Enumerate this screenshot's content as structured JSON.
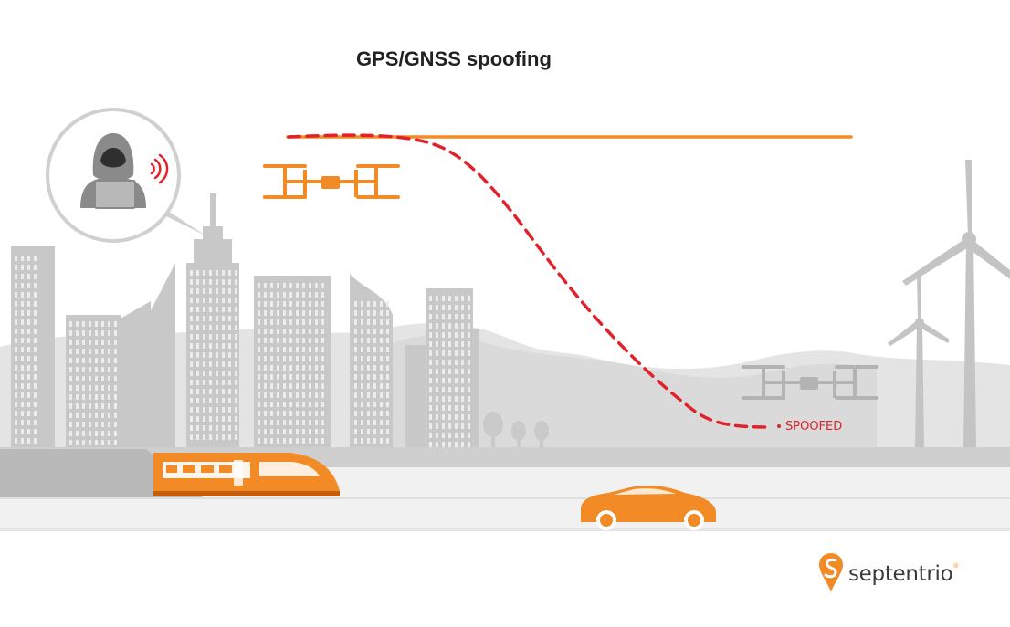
{
  "title": "GPS/GNSS spoofing",
  "spoofed_label": "SPOOFED",
  "logo": {
    "text": "septentrio",
    "mark": "®"
  },
  "colors": {
    "accent_orange": "#f28a25",
    "spoof_red": "#e2222a",
    "buildings_gray": "#c8c8c8",
    "hills_gray": "#e4e4e4",
    "ground_gray": "#cfcfcf",
    "road_gray": "#f1f1f1"
  },
  "icons": [
    "hacker-icon",
    "wireless-signal-icon",
    "drone-icon",
    "train-icon",
    "car-icon",
    "wind-turbine-icon",
    "septentrio-logo-icon"
  ]
}
